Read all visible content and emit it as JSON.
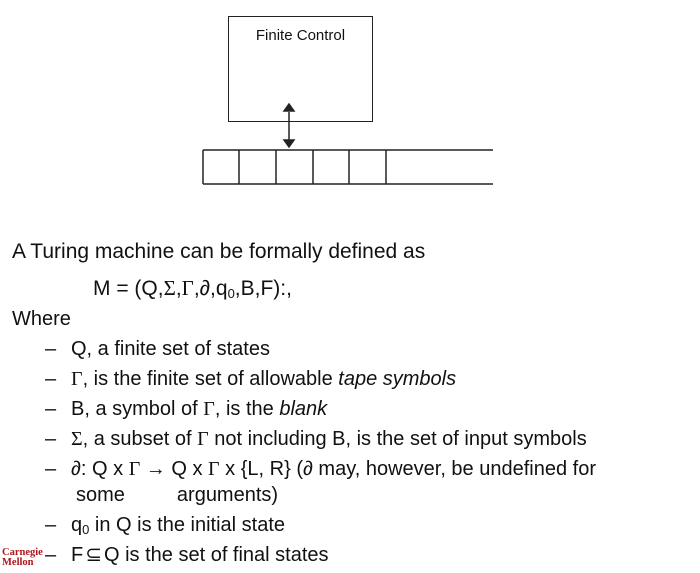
{
  "diagram": {
    "control_label": "Finite Control",
    "tape_cells": 5
  },
  "text": {
    "intro": "A Turing machine can be formally defined as",
    "formula": {
      "prefix": "M = (Q,",
      "sigma": "Σ",
      "comma1": ",",
      "gamma": "Γ",
      "comma2": ",",
      "delta": "∂",
      "comma3": ",q",
      "sub0": "0",
      "suffix": ",B,F):,"
    },
    "where": "Where",
    "bullets": [
      {
        "dash": "–",
        "a": "Q, a finite set of states"
      },
      {
        "dash": "–",
        "g": "Γ",
        "a": ", is the finite set of allowable ",
        "i": "tape symbols"
      },
      {
        "dash": "–",
        "a": "B, a symbol of ",
        "g": "Γ",
        "b": ", is the ",
        "i": "blank"
      },
      {
        "dash": "–",
        "s": "Σ",
        "a": ", a subset of ",
        "g": "Γ",
        "b": " not including B, is the set of input symbols"
      },
      {
        "dash": "–",
        "d": "∂",
        "a": ": Q x ",
        "g": "Γ",
        "arrow": " → ",
        "b": "Q x ",
        "g2": "Γ",
        "c": " x {L, R} (∂ may, however, be undefined for"
      },
      {
        "cont1": "some",
        "cont2": "arguments)"
      },
      {
        "dash": "–",
        "q": "q",
        "sub": "0",
        "a": " in Q is the initial state"
      },
      {
        "dash": "–",
        "a": "F",
        "subset": "⊆",
        "b": "Q is the set of final states"
      }
    ],
    "logo": {
      "line1": "Carnegie",
      "line2": "Mellon"
    }
  },
  "colors": {
    "logo": "#b0141c",
    "ink": "#111111"
  }
}
